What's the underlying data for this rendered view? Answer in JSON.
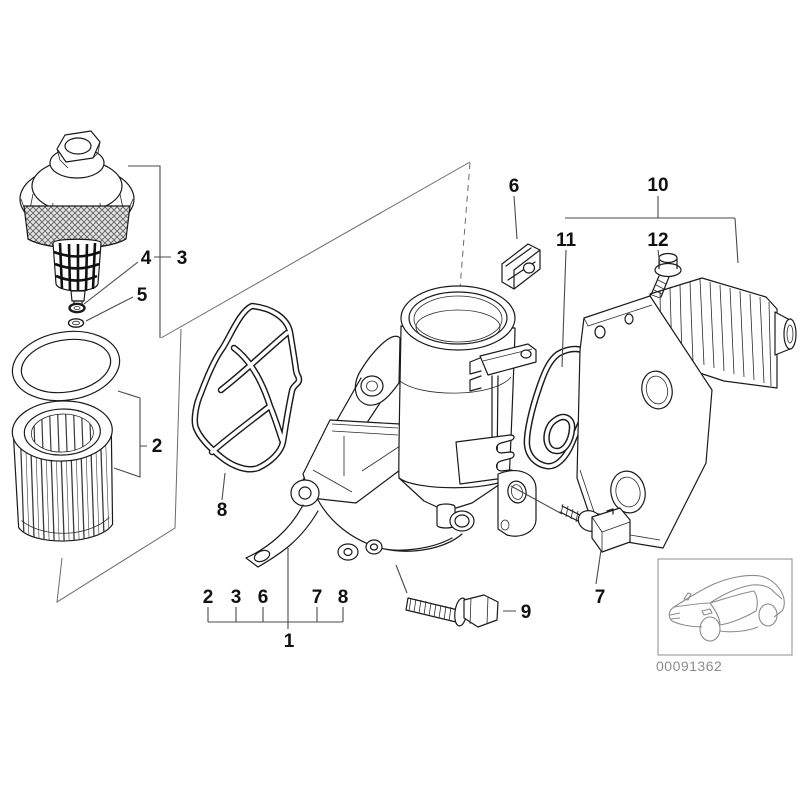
{
  "figure": {
    "image_code": "00091362",
    "background": "#ffffff"
  },
  "colors": {
    "line": "#1a1a1a",
    "leader": "#4a4a4a",
    "label": "#111111",
    "muted_text": "#8c8c8c"
  },
  "callouts": {
    "c1": "1",
    "c2": "2",
    "c3": "3",
    "c4": "4",
    "c5": "5",
    "c6": "6",
    "c7": "7",
    "c8": "8",
    "c9": "9",
    "c10": "10",
    "c11": "11",
    "c12": "12"
  },
  "group": {
    "assembly": "1",
    "members": [
      "2",
      "3",
      "6",
      "7",
      "8"
    ]
  },
  "icons": {
    "vehicle": "car-side-outline"
  }
}
